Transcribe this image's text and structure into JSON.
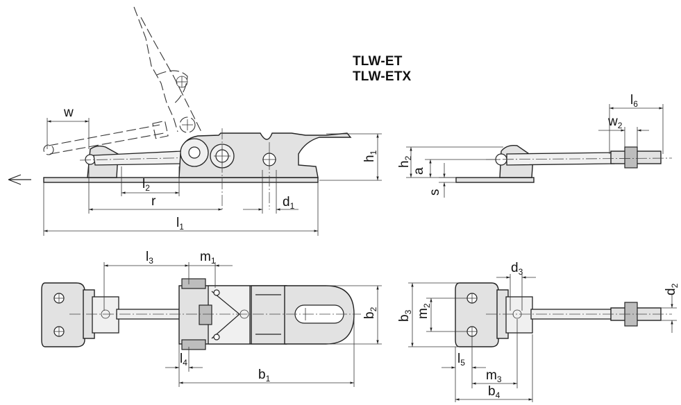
{
  "titles": [
    "TLW-ET",
    "TLW-ETX"
  ],
  "labels": {
    "w": "w",
    "h1": "h",
    "h1_sub": "1",
    "l2": "l",
    "l2_sub": "2",
    "r": "r",
    "d1": "d",
    "d1_sub": "1",
    "l1": "l",
    "l1_sub": "1",
    "l6": "l",
    "l6_sub": "6",
    "w2": "w",
    "w2_sub": "2",
    "h2": "h",
    "h2_sub": "2",
    "a": "a",
    "s": "s",
    "l3": "l",
    "l3_sub": "3",
    "m1": "m",
    "m1_sub": "1",
    "b2": "b",
    "b2_sub": "2",
    "l4": "l",
    "l4_sub": "4",
    "b1": "b",
    "b1_sub": "1",
    "d3": "d",
    "d3_sub": "3",
    "d2": "d",
    "d2_sub": "2",
    "b3": "b",
    "b3_sub": "3",
    "m2": "m",
    "m2_sub": "2",
    "l5": "l",
    "l5_sub": "5",
    "m3": "m",
    "m3_sub": "3",
    "b4": "b",
    "b4_sub": "4"
  }
}
